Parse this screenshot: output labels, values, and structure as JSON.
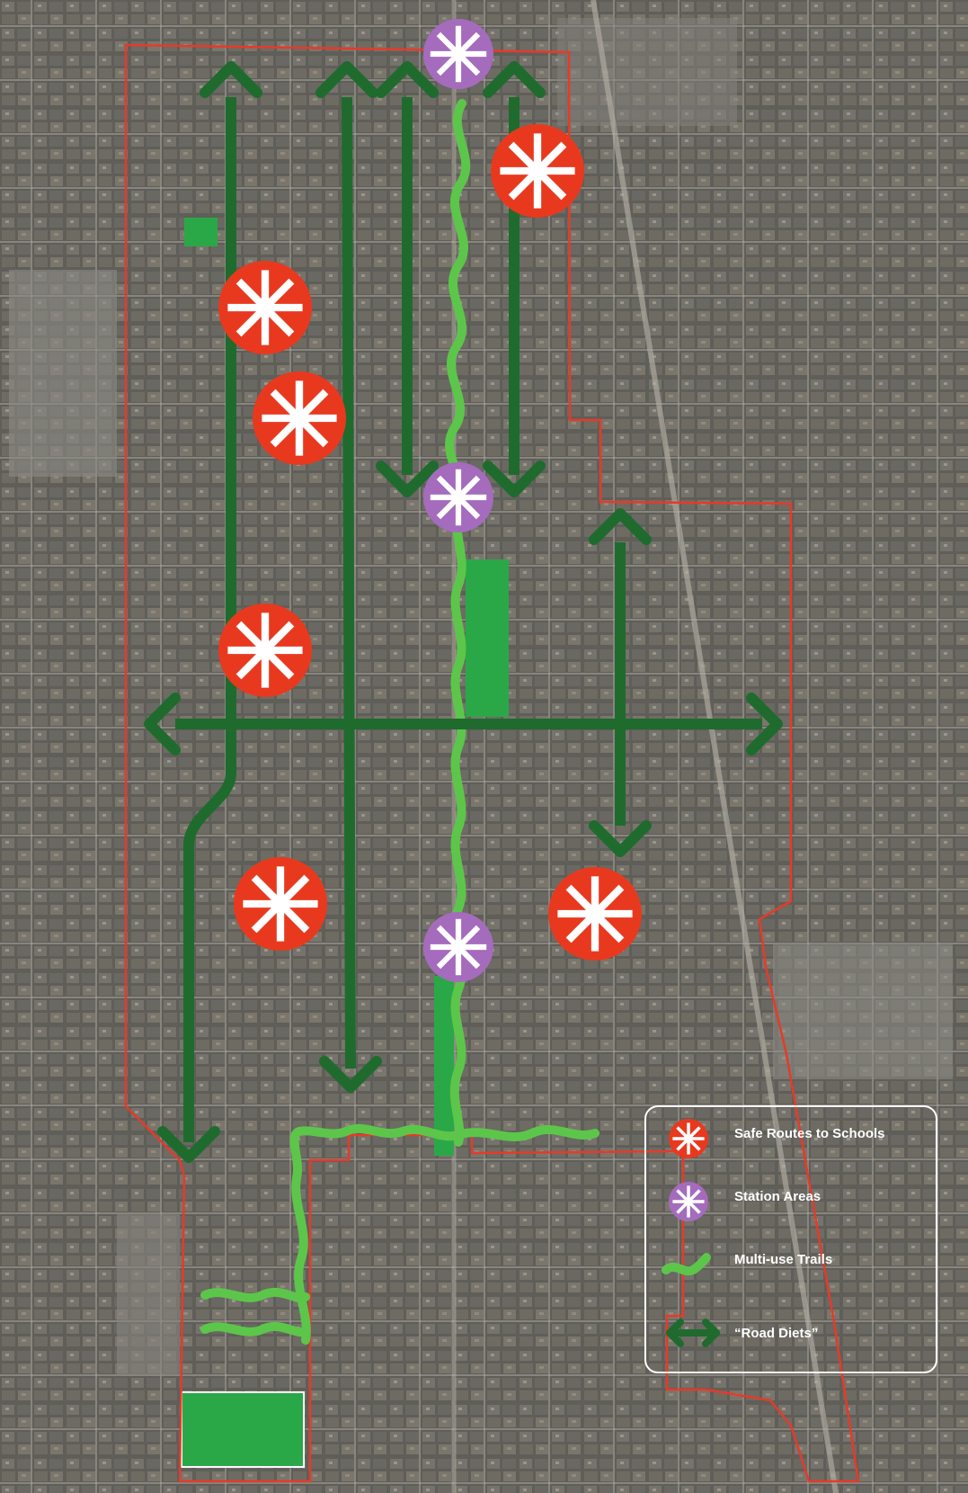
{
  "map": {
    "colors": {
      "boundary": "#e63a2a",
      "road_diet": "#1f6b2e",
      "trail": "#5cc64a",
      "park": "#2aa847",
      "school_marker": "#e8391f",
      "station_marker": "#a56bbd",
      "legend_border": "#ffffff"
    },
    "legend": {
      "items": [
        {
          "icon": "safe-routes-marker-icon",
          "label": "Safe Routes to Schools"
        },
        {
          "icon": "station-area-marker-icon",
          "label": "Station Areas"
        },
        {
          "icon": "multi-use-trail-icon",
          "label": "Multi-use Trails"
        },
        {
          "icon": "road-diet-arrow-icon",
          "label": "“Road Diets”"
        }
      ]
    },
    "counts": {
      "safe_routes_markers": 6,
      "station_area_markers": 3,
      "road_diet_corridors": 6
    }
  }
}
